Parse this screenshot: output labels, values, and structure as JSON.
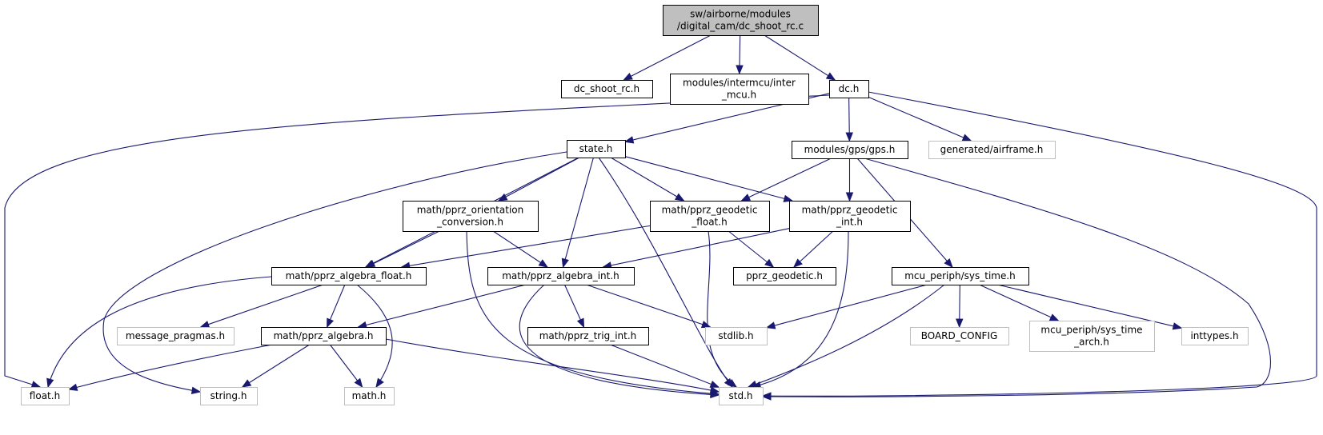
{
  "colors": {
    "edge": "#191970",
    "root_fill": "#bfbfbf",
    "node_fill": "#ffffff",
    "node_border": "#000000",
    "external_border": "#bfbfbf"
  },
  "nodes": [
    {
      "id": "root",
      "lines": [
        "sw/airborne/modules",
        "/digital_cam/dc_shoot_rc.c"
      ],
      "kind": "root"
    },
    {
      "id": "dc_shoot_rc_h",
      "lines": [
        "dc_shoot_rc.h"
      ],
      "kind": "file"
    },
    {
      "id": "inter_mcu_h",
      "lines": [
        "modules/intermcu/inter",
        "_mcu.h"
      ],
      "kind": "file"
    },
    {
      "id": "dc_h",
      "lines": [
        "dc.h"
      ],
      "kind": "file"
    },
    {
      "id": "state_h",
      "lines": [
        "state.h"
      ],
      "kind": "file"
    },
    {
      "id": "gps_h",
      "lines": [
        "modules/gps/gps.h"
      ],
      "kind": "file"
    },
    {
      "id": "airframe_h",
      "lines": [
        "generated/airframe.h"
      ],
      "kind": "external"
    },
    {
      "id": "orientation_h",
      "lines": [
        "math/pprz_orientation",
        "_conversion.h"
      ],
      "kind": "file"
    },
    {
      "id": "geodetic_float_h",
      "lines": [
        "math/pprz_geodetic",
        "_float.h"
      ],
      "kind": "file"
    },
    {
      "id": "geodetic_int_h",
      "lines": [
        "math/pprz_geodetic",
        "_int.h"
      ],
      "kind": "file"
    },
    {
      "id": "algebra_float_h",
      "lines": [
        "math/pprz_algebra_float.h"
      ],
      "kind": "file"
    },
    {
      "id": "algebra_int_h",
      "lines": [
        "math/pprz_algebra_int.h"
      ],
      "kind": "file"
    },
    {
      "id": "pprz_geodetic_h",
      "lines": [
        "pprz_geodetic.h"
      ],
      "kind": "file"
    },
    {
      "id": "sys_time_h",
      "lines": [
        "mcu_periph/sys_time.h"
      ],
      "kind": "file"
    },
    {
      "id": "message_pragmas_h",
      "lines": [
        "message_pragmas.h"
      ],
      "kind": "external"
    },
    {
      "id": "algebra_h",
      "lines": [
        "math/pprz_algebra.h"
      ],
      "kind": "file"
    },
    {
      "id": "trig_int_h",
      "lines": [
        "math/pprz_trig_int.h"
      ],
      "kind": "file"
    },
    {
      "id": "stdlib_h",
      "lines": [
        "stdlib.h"
      ],
      "kind": "external"
    },
    {
      "id": "board_config",
      "lines": [
        "BOARD_CONFIG"
      ],
      "kind": "external"
    },
    {
      "id": "sys_time_arch_h",
      "lines": [
        "mcu_periph/sys_time",
        "_arch.h"
      ],
      "kind": "external"
    },
    {
      "id": "inttypes_h",
      "lines": [
        "inttypes.h"
      ],
      "kind": "external"
    },
    {
      "id": "float_h",
      "lines": [
        "float.h"
      ],
      "kind": "external"
    },
    {
      "id": "string_h",
      "lines": [
        "string.h"
      ],
      "kind": "external"
    },
    {
      "id": "math_h",
      "lines": [
        "math.h"
      ],
      "kind": "external"
    },
    {
      "id": "std_h",
      "lines": [
        "std.h"
      ],
      "kind": "external"
    }
  ],
  "edges": [
    {
      "from": "root",
      "to": "dc_shoot_rc_h"
    },
    {
      "from": "root",
      "to": "inter_mcu_h"
    },
    {
      "from": "root",
      "to": "dc_h"
    },
    {
      "from": "dc_h",
      "to": "float_h"
    },
    {
      "from": "dc_h",
      "to": "state_h"
    },
    {
      "from": "dc_h",
      "to": "gps_h"
    },
    {
      "from": "dc_h",
      "to": "airframe_h"
    },
    {
      "from": "dc_h",
      "to": "std_h"
    },
    {
      "from": "state_h",
      "to": "string_h"
    },
    {
      "from": "state_h",
      "to": "algebra_float_h"
    },
    {
      "from": "state_h",
      "to": "orientation_h"
    },
    {
      "from": "state_h",
      "to": "algebra_int_h"
    },
    {
      "from": "state_h",
      "to": "geodetic_float_h"
    },
    {
      "from": "state_h",
      "to": "geodetic_int_h"
    },
    {
      "from": "state_h",
      "to": "std_h"
    },
    {
      "from": "gps_h",
      "to": "geodetic_float_h"
    },
    {
      "from": "gps_h",
      "to": "geodetic_int_h"
    },
    {
      "from": "gps_h",
      "to": "sys_time_h"
    },
    {
      "from": "gps_h",
      "to": "std_h"
    },
    {
      "from": "orientation_h",
      "to": "algebra_float_h"
    },
    {
      "from": "orientation_h",
      "to": "algebra_int_h"
    },
    {
      "from": "orientation_h",
      "to": "std_h"
    },
    {
      "from": "geodetic_float_h",
      "to": "algebra_float_h"
    },
    {
      "from": "geodetic_float_h",
      "to": "pprz_geodetic_h"
    },
    {
      "from": "geodetic_float_h",
      "to": "std_h"
    },
    {
      "from": "geodetic_int_h",
      "to": "algebra_int_h"
    },
    {
      "from": "geodetic_int_h",
      "to": "pprz_geodetic_h"
    },
    {
      "from": "geodetic_int_h",
      "to": "std_h"
    },
    {
      "from": "algebra_float_h",
      "to": "float_h"
    },
    {
      "from": "algebra_float_h",
      "to": "message_pragmas_h"
    },
    {
      "from": "algebra_float_h",
      "to": "algebra_h"
    },
    {
      "from": "algebra_float_h",
      "to": "math_h"
    },
    {
      "from": "algebra_int_h",
      "to": "algebra_h"
    },
    {
      "from": "algebra_int_h",
      "to": "trig_int_h"
    },
    {
      "from": "algebra_int_h",
      "to": "stdlib_h"
    },
    {
      "from": "algebra_int_h",
      "to": "std_h"
    },
    {
      "from": "algebra_h",
      "to": "float_h"
    },
    {
      "from": "algebra_h",
      "to": "string_h"
    },
    {
      "from": "algebra_h",
      "to": "math_h"
    },
    {
      "from": "algebra_h",
      "to": "std_h"
    },
    {
      "from": "trig_int_h",
      "to": "std_h"
    },
    {
      "from": "sys_time_h",
      "to": "stdlib_h"
    },
    {
      "from": "sys_time_h",
      "to": "board_config"
    },
    {
      "from": "sys_time_h",
      "to": "sys_time_arch_h"
    },
    {
      "from": "sys_time_h",
      "to": "inttypes_h"
    },
    {
      "from": "sys_time_h",
      "to": "std_h"
    }
  ]
}
